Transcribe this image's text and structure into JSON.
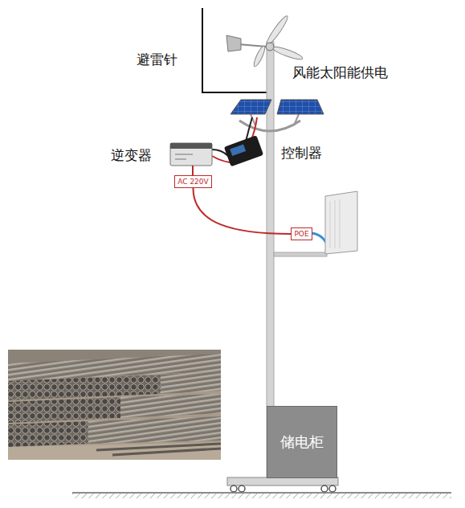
{
  "diagram": {
    "nodes": [
      {
        "text": [
          "AC 220V"
        ]
      },
      {
        "text": [
          "POE"
        ]
      },
      {
        "text": [
          "储电柜"
        ]
      }
    ],
    "edges": [
      {
        "from": 0,
        "to": 1,
        "arrow": "none"
      }
    ],
    "labels": [
      "避雷针",
      "风能太阳能供电",
      "逆变器",
      "控制器"
    ]
  }
}
